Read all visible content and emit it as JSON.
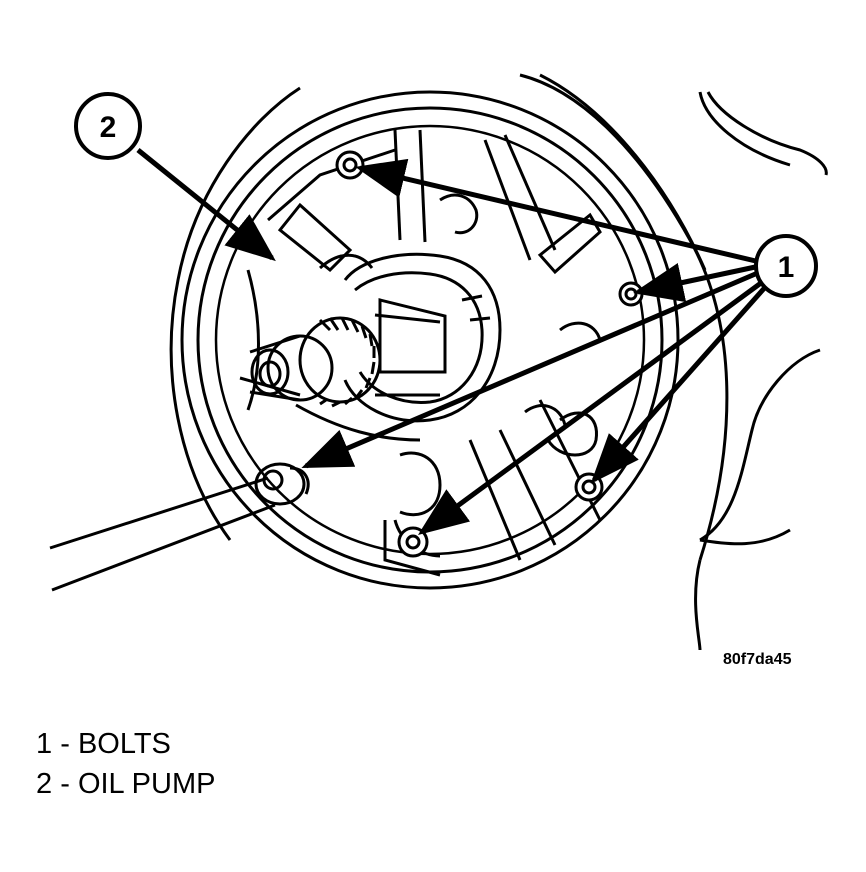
{
  "callouts": {
    "bolts_number": "1",
    "oil_pump_number": "2"
  },
  "figure_code": "80f7da45",
  "legend": [
    {
      "number": "1",
      "label": "BOLTS"
    },
    {
      "number": "2",
      "label": "OIL PUMP"
    }
  ],
  "colors": {
    "ink": "#000000",
    "paper": "#ffffff"
  }
}
